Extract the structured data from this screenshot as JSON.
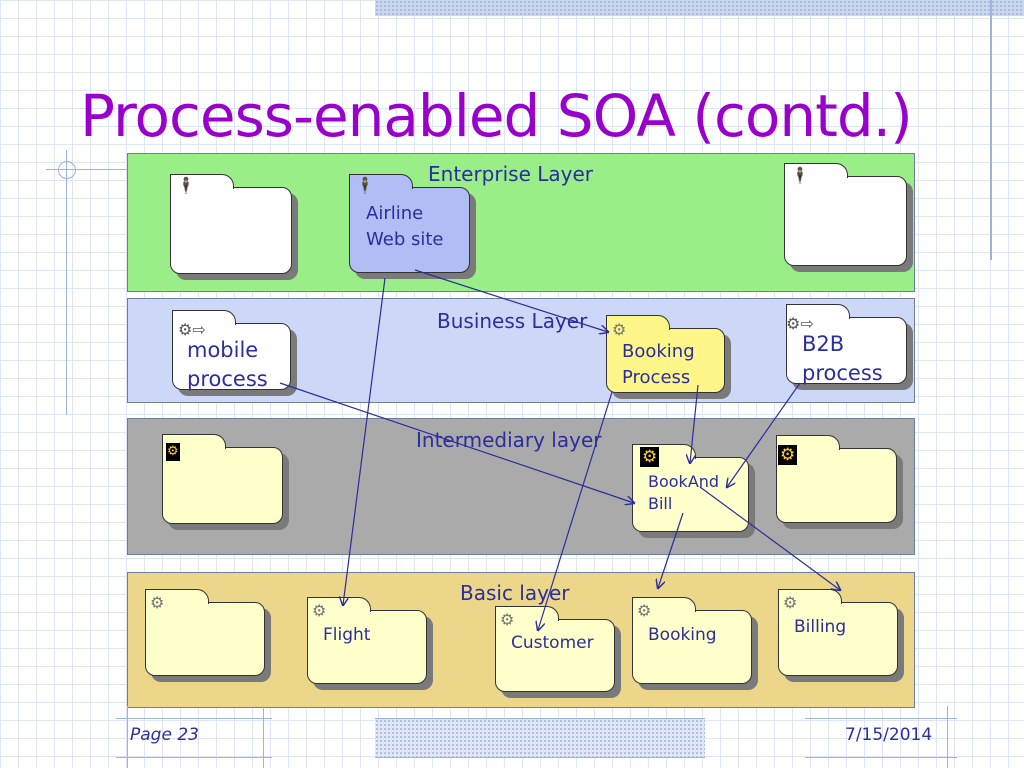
{
  "title": "Process-enabled SOA (contd.)",
  "layers": {
    "enterprise": "Enterprise Layer",
    "business": "Business Layer",
    "intermediary": "Intermediary layer",
    "basic": "Basic layer"
  },
  "folders": {
    "airline": [
      "Airline",
      "Web site"
    ],
    "mobile": [
      "mobile",
      "process"
    ],
    "booking_process": [
      "Booking",
      "Process"
    ],
    "b2b": [
      "B2B",
      "process"
    ],
    "bookandbill": [
      "BookAnd",
      "Bill"
    ],
    "flight": "Flight",
    "customer": "Customer",
    "booking": "Booking",
    "billing": "Billing"
  },
  "footer": {
    "page": "Page 23",
    "date": "7/15/2014"
  },
  "colors": {
    "enterprise_layer": "#99ee88",
    "business_layer": "#cdd8f8",
    "intermediary_layer": "#aaaaaa",
    "basic_layer": "#ecd68a",
    "folder_default": "#ffffff",
    "folder_selected": "#b0bef5",
    "folder_process": "#fff68a",
    "folder_service": "#ffffcc",
    "title": "#9900cc",
    "label": "#2b2e9c"
  },
  "icons": {
    "enterprise": "user-icon",
    "business": "process-arrow-icon",
    "intermediary": "gears-icon",
    "basic": "gear-icon"
  }
}
